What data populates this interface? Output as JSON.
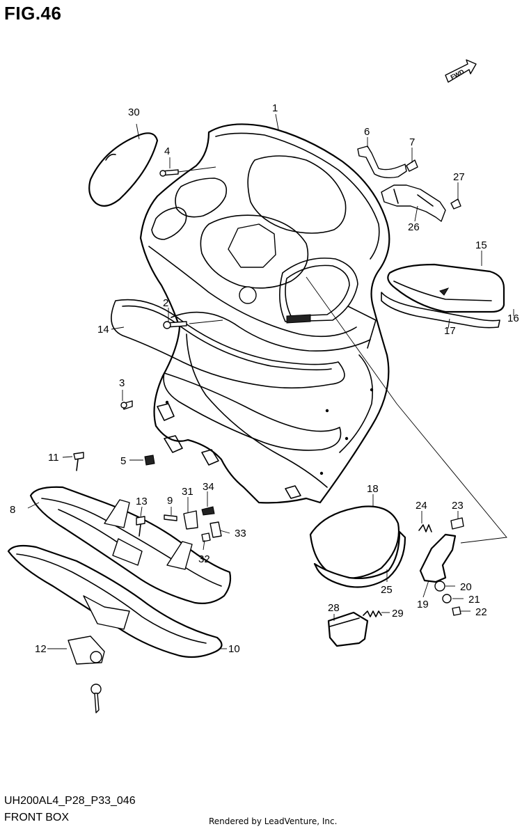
{
  "figure": {
    "title": "FIG.46",
    "code": "UH200AL4_P28_P33_046",
    "name": "FRONT BOX",
    "credit": "Rendered by LeadVenture, Inc.",
    "fwd_label": "FWD"
  },
  "callouts": [
    "1",
    "2",
    "3",
    "4",
    "5",
    "6",
    "7",
    "8",
    "9",
    "10",
    "11",
    "12",
    "13",
    "14",
    "15",
    "16",
    "17",
    "18",
    "19",
    "20",
    "21",
    "22",
    "23",
    "24",
    "25",
    "26",
    "27",
    "28",
    "29",
    "30",
    "31",
    "32",
    "33",
    "34"
  ]
}
